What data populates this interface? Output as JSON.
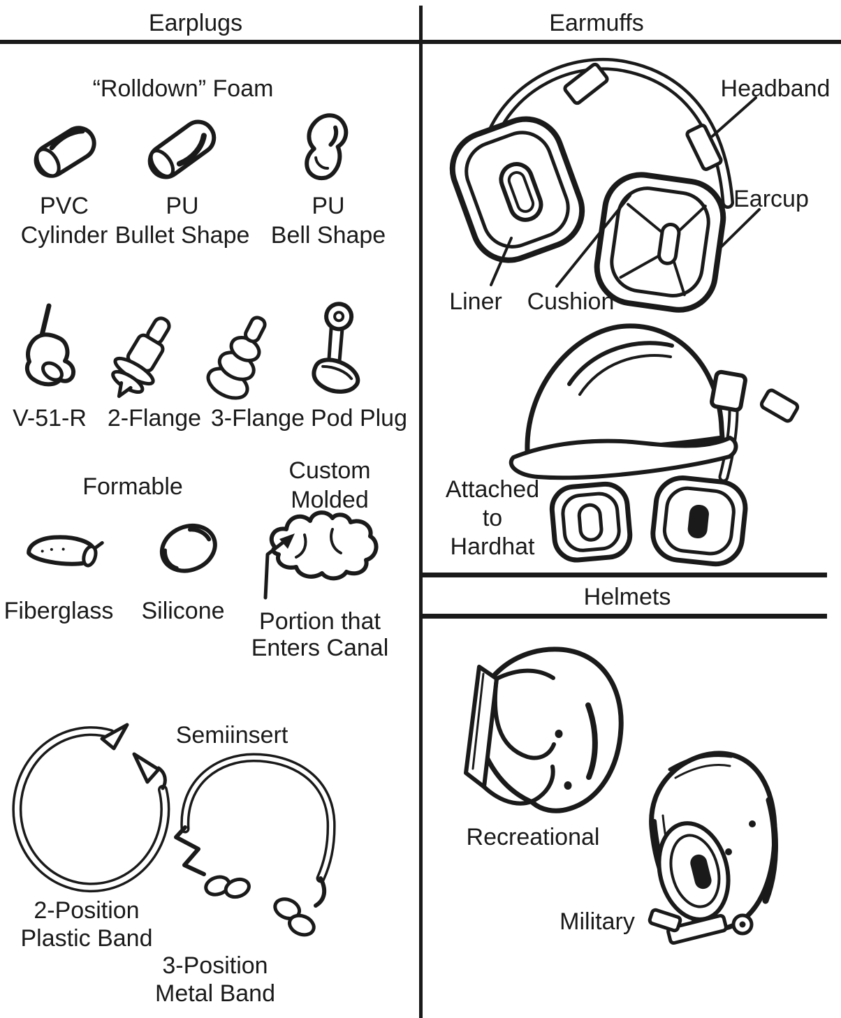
{
  "figure": {
    "ink": "#1a1a1a",
    "paper": "#ffffff"
  },
  "earplugs": {
    "title": "Earplugs",
    "rolldown": {
      "heading": "“Rolldown” Foam",
      "items": [
        {
          "illustration": "pvc-cylinder",
          "line1": "PVC",
          "line2": "Cylinder"
        },
        {
          "illustration": "pu-bullet",
          "line1": "PU",
          "line2": "Bullet Shape"
        },
        {
          "illustration": "pu-bell",
          "line1": "PU",
          "line2": "Bell Shape"
        }
      ]
    },
    "premolded": {
      "items": [
        {
          "illustration": "v-51-r-plug",
          "label": "V-51-R"
        },
        {
          "illustration": "two-flange-plug",
          "label": "2-Flange"
        },
        {
          "illustration": "three-flange-plug",
          "label": "3-Flange"
        },
        {
          "illustration": "pod-plug",
          "label": "Pod Plug"
        }
      ]
    },
    "formable": {
      "heading": "Formable",
      "items": [
        {
          "illustration": "fiberglass-plug",
          "label": "Fiberglass"
        },
        {
          "illustration": "silicone-plug",
          "label": "Silicone"
        }
      ]
    },
    "custom_molded": {
      "heading_line1": "Custom",
      "heading_line2": "Molded",
      "note_line1": "Portion that",
      "note_line2": "Enters Canal"
    },
    "semiinsert": {
      "heading": "Semiinsert",
      "items": [
        {
          "illustration": "two-position-plastic-band",
          "line1": "2-Position",
          "line2": "Plastic Band"
        },
        {
          "illustration": "three-position-metal-band",
          "line1": "3-Position",
          "line2": "Metal Band"
        }
      ]
    }
  },
  "earmuffs": {
    "title": "Earmuffs",
    "callouts": {
      "headband": "Headband",
      "earcup": "Earcup",
      "liner": "Liner",
      "cushion": "Cushion"
    },
    "hardhat_caption": {
      "line1": "Attached",
      "line2": "to",
      "line3": "Hardhat"
    }
  },
  "helmets": {
    "title": "Helmets",
    "items": [
      {
        "illustration": "recreational-helmet",
        "label": "Recreational"
      },
      {
        "illustration": "military-helmet",
        "label": "Military"
      }
    ]
  }
}
